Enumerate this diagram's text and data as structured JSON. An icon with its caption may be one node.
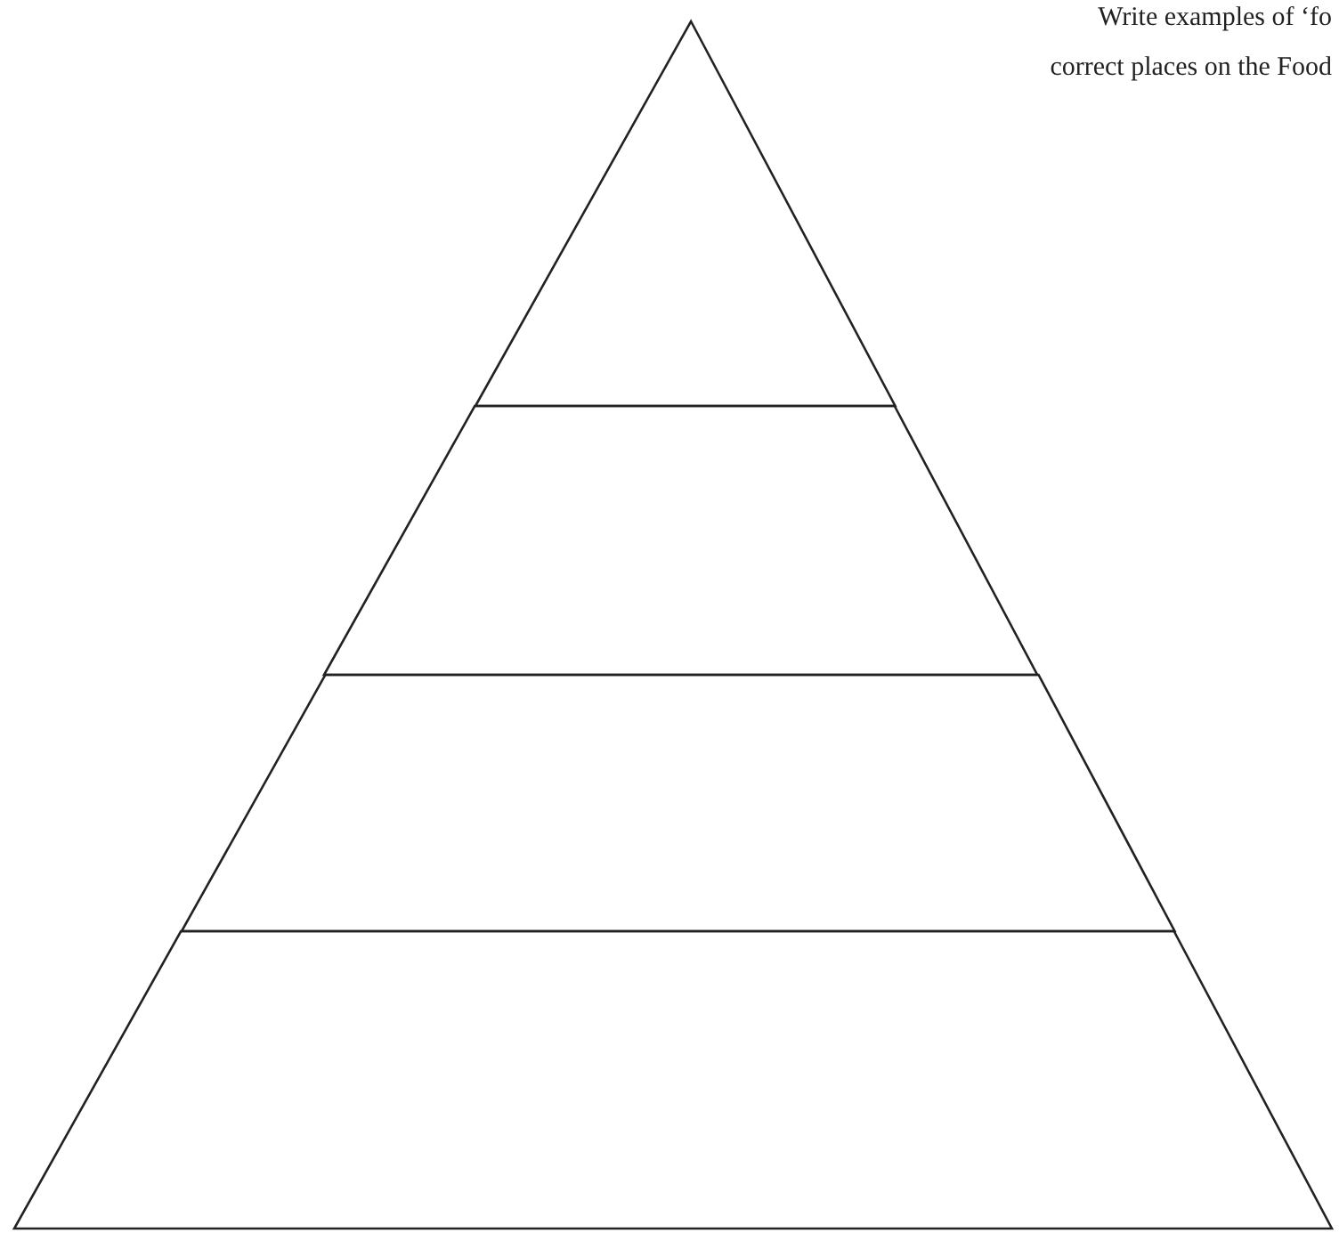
{
  "diagram": {
    "nodes": [
      {
        "text": [],
        "shape": "triangle"
      },
      {
        "text": [],
        "shape": "trapezoid"
      },
      {
        "text": [],
        "shape": "trapezoid"
      },
      {
        "text": [],
        "shape": "trapezoid"
      }
    ],
    "labels": [
      "Write examples of ‘fo",
      "correct places on the Food"
    ]
  }
}
